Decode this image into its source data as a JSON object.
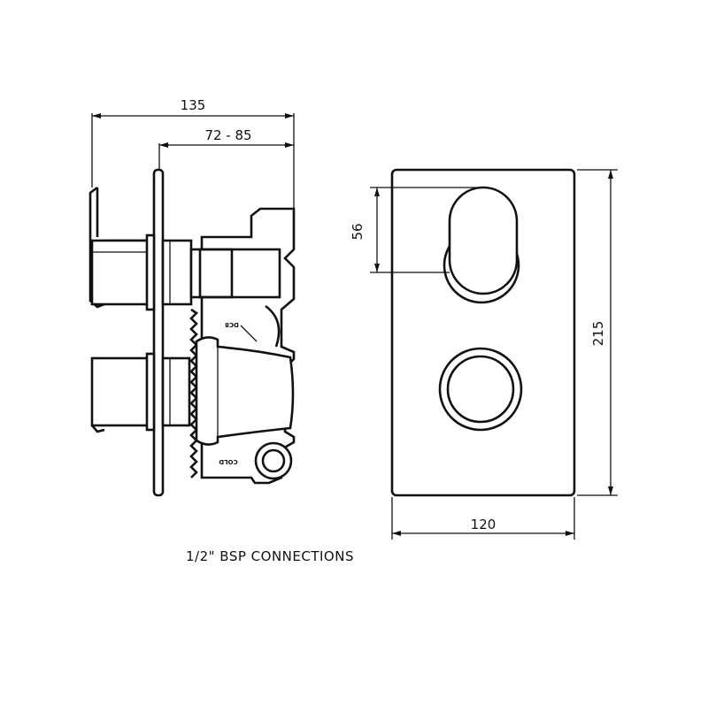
{
  "dimensions": {
    "side_total_depth": "135",
    "side_adjustable_depth": "72 - 85",
    "front_lever_height": "56",
    "front_plate_height": "215",
    "front_plate_width": "120"
  },
  "port_labels": {
    "hot_inlet": "DC8",
    "cold_inlet": "COLD"
  },
  "note": "1/2\" BSP CONNECTIONS"
}
